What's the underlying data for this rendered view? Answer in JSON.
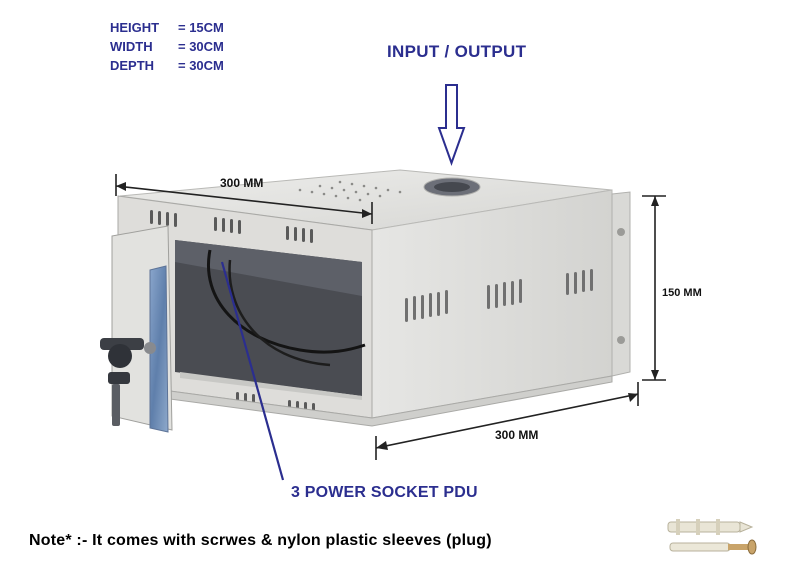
{
  "specs": [
    {
      "label": "HEIGHT",
      "value": "= 15CM"
    },
    {
      "label": "WIDTH",
      "value": "= 30CM"
    },
    {
      "label": "DEPTH",
      "value": "= 30CM"
    }
  ],
  "labels": {
    "io": "INPUT / OUTPUT",
    "pdu": "3 POWER SOCKET PDU",
    "dim_top": "300 MM",
    "dim_right": "150 MM",
    "dim_bottom": "300 MM"
  },
  "note": "Note* :- It comes with scrwes & nylon plastic  sleeves (plug)",
  "colors": {
    "label_blue": "#2b2e8f",
    "cabinet_grey": "#e4e4e2",
    "door_glass": "#6f8fb8"
  }
}
